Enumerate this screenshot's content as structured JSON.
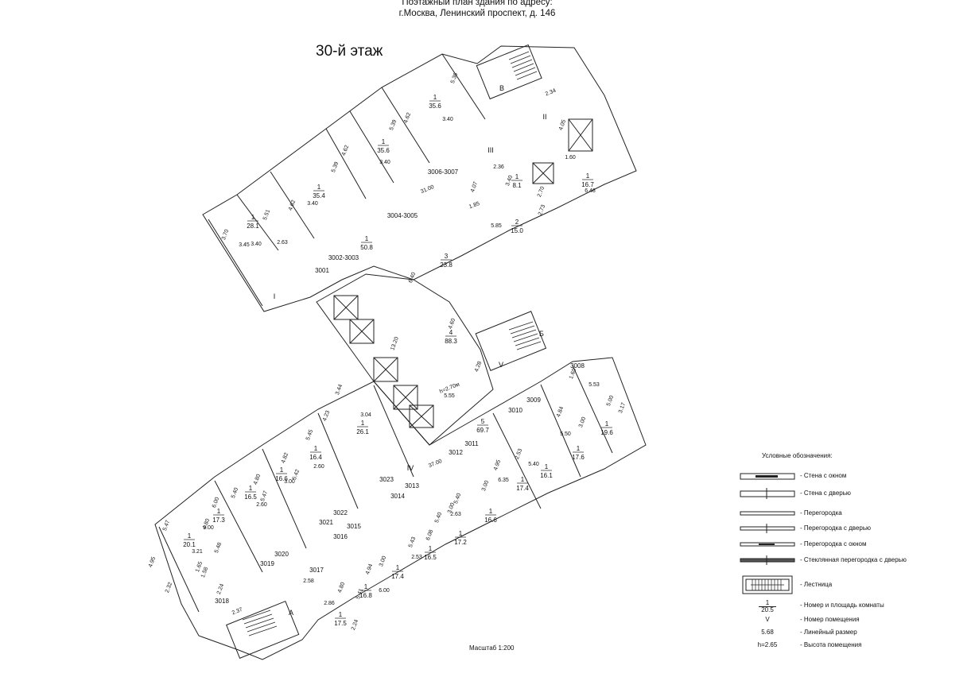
{
  "header": {
    "line1": "Поэтажный план здания по адресу:",
    "line2": "г.Москва, Ленинский проспект, д. 146"
  },
  "floor_title": "30-й этаж",
  "scale_label": "Масштаб 1:200",
  "legend": {
    "title": "Условные обозначения:",
    "items": [
      {
        "label": "Стена с окном"
      },
      {
        "label": "Стена с дверью"
      },
      {
        "label": "Перегородка"
      },
      {
        "label": "Перегородка с дверью"
      },
      {
        "label": "Перегородка с окном"
      },
      {
        "label": "Стеклянная перегородка с дверью"
      },
      {
        "label": "Лестница"
      },
      {
        "label": "Номер и площадь комнаты",
        "sample_top": "1",
        "sample_bottom": "20.5"
      },
      {
        "label": "Номер помещения",
        "sample": "V"
      },
      {
        "label": "Линейный размер",
        "sample": "5.68"
      },
      {
        "label": "Высота помещения",
        "sample": "h=2.65"
      }
    ]
  },
  "stairs": [
    "В",
    "Б",
    "А"
  ],
  "premise_numbers": [
    "I",
    "II",
    "III",
    "IV",
    "V"
  ],
  "unit_labels": [
    "3001",
    "3002-3003",
    "3004-3005",
    "3006-3007",
    "3008",
    "3009",
    "3010",
    "3011",
    "3012",
    "3013",
    "3014",
    "3015",
    "3016",
    "3017",
    "3018",
    "3019",
    "3020",
    "3021",
    "3022",
    "3023"
  ],
  "rooms": [
    {
      "num": "1",
      "area": "28.1"
    },
    {
      "num": "1",
      "area": "35.4"
    },
    {
      "num": "1",
      "area": "35.6"
    },
    {
      "num": "1",
      "area": "35.6"
    },
    {
      "num": "1",
      "area": "50.8"
    },
    {
      "num": "3",
      "area": "23.8"
    },
    {
      "num": "4",
      "area": "88.3"
    },
    {
      "num": "5",
      "area": "69.7"
    },
    {
      "num": "1",
      "area": "8.1"
    },
    {
      "num": "2",
      "area": "15.0"
    },
    {
      "num": "1",
      "area": "16.7"
    },
    {
      "num": "1",
      "area": "19.6"
    },
    {
      "num": "1",
      "area": "17.6"
    },
    {
      "num": "1",
      "area": "16.1"
    },
    {
      "num": "1",
      "area": "17.4"
    },
    {
      "num": "1",
      "area": "16.6"
    },
    {
      "num": "1",
      "area": "17.2"
    },
    {
      "num": "1",
      "area": "16.5"
    },
    {
      "num": "1",
      "area": "17.4"
    },
    {
      "num": "1",
      "area": "16.8"
    },
    {
      "num": "1",
      "area": "17.5"
    },
    {
      "num": "1",
      "area": "26.1"
    },
    {
      "num": "1",
      "area": "16.4"
    },
    {
      "num": "1",
      "area": "16.6"
    },
    {
      "num": "1",
      "area": "16.5"
    },
    {
      "num": "1",
      "area": "17.3"
    },
    {
      "num": "1",
      "area": "20.1"
    }
  ],
  "dimensions": [
    "3.40",
    "3.40",
    "3.40",
    "3.40",
    "31.00",
    "37.00",
    "13.20",
    "6.40",
    "4.60",
    "4.28",
    "5.55",
    "5.85",
    "6.48",
    "1.60",
    "2.34",
    "4.05",
    "2.36",
    "3.40",
    "2.70",
    "2.73",
    "1.85",
    "4.07",
    "3.45",
    "2.63",
    "3.70",
    "5.51",
    "4.62",
    "5.39",
    "4.62",
    "5.39",
    "4.62",
    "5.36",
    "3.44",
    "3.04",
    "4.23",
    "5.45",
    "2.60",
    "4.82",
    "5.42",
    "3.00",
    "4.80",
    "5.47",
    "2.60",
    "5.40",
    "6.00",
    "3.00",
    "4.80",
    "5.47",
    "3.21",
    "4.95",
    "1.58",
    "2.24",
    "2.37",
    "2.86",
    "2.58",
    "4.80",
    "5.41",
    "6.00",
    "3.00",
    "4.94",
    "2.53",
    "5.43",
    "6.08",
    "5.40",
    "3.00",
    "2.63",
    "5.40",
    "6.35",
    "3.00",
    "4.95",
    "2.53",
    "5.40",
    "5.50",
    "4.84",
    "3.00",
    "5.00",
    "3.17",
    "5.53",
    "1.60",
    "2.24",
    "5.48",
    "1.65",
    "2.32"
  ],
  "height_label": "h=2.70м"
}
